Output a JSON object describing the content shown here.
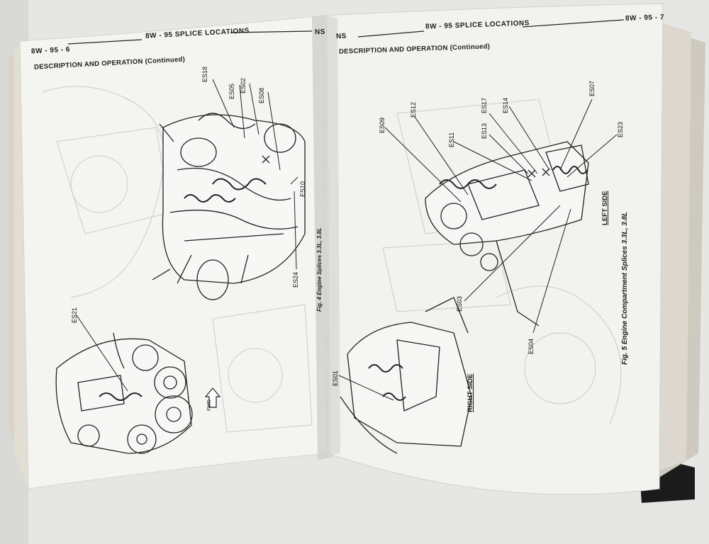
{
  "left_page": {
    "page_number": "8W - 95 - 6",
    "header_title": "8W - 95 SPLICE LOCATIONS",
    "model_code": "NS",
    "section_title": "DESCRIPTION AND OPERATION (Continued)",
    "figure_caption": "Fig. 4 Engine Splices 3.3L, 3.8L",
    "splice_labels": [
      "ES18",
      "ES05",
      "ES02",
      "ES08",
      "ES10",
      "ES24",
      "ES21"
    ],
    "arrow_label": "FWD"
  },
  "right_page": {
    "page_number": "8W - 95 - 7",
    "header_title": "8W - 95 SPLICE LOCATIONS",
    "model_code": "NS",
    "section_title": "DESCRIPTION AND OPERATION (Continued)",
    "figure_caption": "Fig. 5 Engine Compartment Splices 3.3L, 3.8L",
    "splice_labels": [
      "ES09",
      "ES12",
      "ES11",
      "ES13",
      "ES17",
      "ES14",
      "ES07",
      "ES23",
      "ES03",
      "ES04",
      "ES01"
    ],
    "side_labels": [
      "LEFT SIDE",
      "RIGHT SIDE"
    ]
  },
  "colors": {
    "background": "#e9e9e7",
    "paper": "#f3f3f0",
    "ink": "#1c1c1c",
    "faded_ink": "#b9bfc6",
    "stand": "#1b1b1b"
  }
}
